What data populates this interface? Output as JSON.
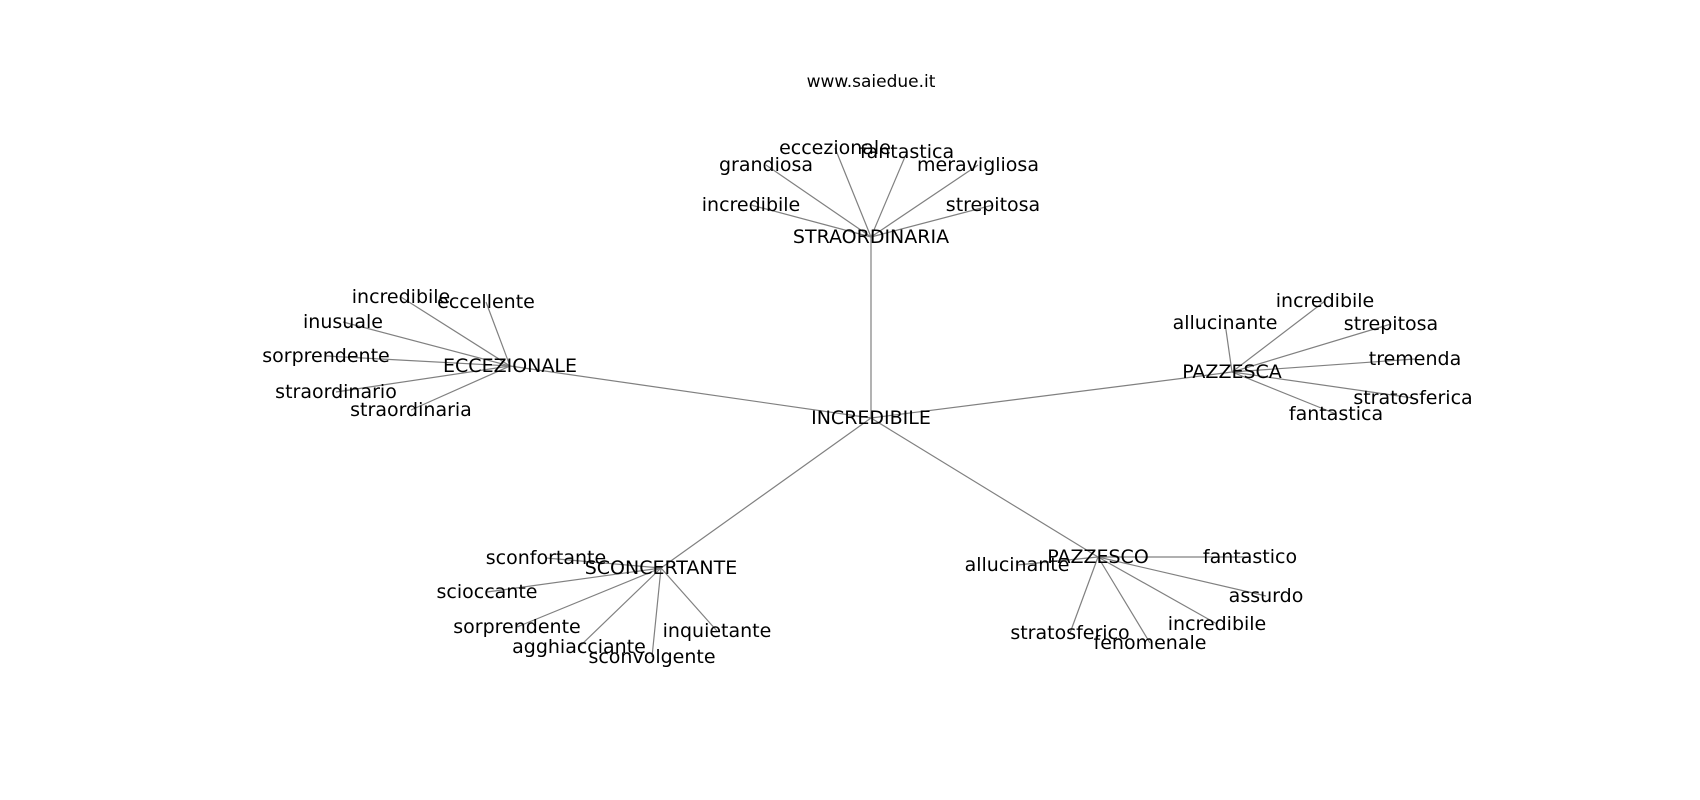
{
  "title": "www.saiedue.it",
  "root": "INCREDIBILE",
  "groups": [
    {
      "label": "STRAORDINARIA",
      "children": [
        "eccezionale",
        "fantastica",
        "grandiosa",
        "meravigliosa",
        "incredibile",
        "strepitosa"
      ]
    },
    {
      "label": "ECCEZIONALE",
      "children": [
        "incredibile",
        "eccellente",
        "inusuale",
        "sorprendente",
        "straordinario",
        "straordinaria"
      ]
    },
    {
      "label": "PAZZESCA",
      "children": [
        "incredibile",
        "allucinante",
        "strepitosa",
        "tremenda",
        "stratosferica",
        "fantastica"
      ]
    },
    {
      "label": "SCONCERTANTE",
      "children": [
        "sconfortante",
        "scioccante",
        "sorprendente",
        "agghiacciante",
        "sconvolgente",
        "inquietante"
      ]
    },
    {
      "label": "PAZZESCO",
      "children": [
        "allucinante",
        "fantastico",
        "assurdo",
        "incredibile",
        "fenomenale",
        "stratosferico"
      ]
    }
  ]
}
